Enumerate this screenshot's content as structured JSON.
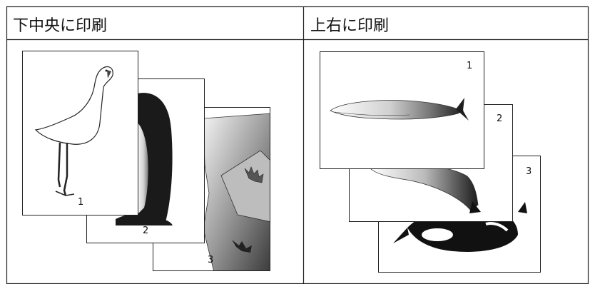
{
  "table": {
    "left_header": "下中央に印刷",
    "right_header": "上右に印刷"
  },
  "left_example": {
    "pages": [
      {
        "number": "1",
        "image": "flamingo"
      },
      {
        "number": "2",
        "image": "penguin"
      },
      {
        "number": "3",
        "image": "eagle"
      }
    ]
  },
  "right_example": {
    "pages": [
      {
        "number": "1",
        "image": "blue-whale"
      },
      {
        "number": "2",
        "image": "humpback-whale"
      },
      {
        "number": "3",
        "image": "orca"
      }
    ]
  }
}
